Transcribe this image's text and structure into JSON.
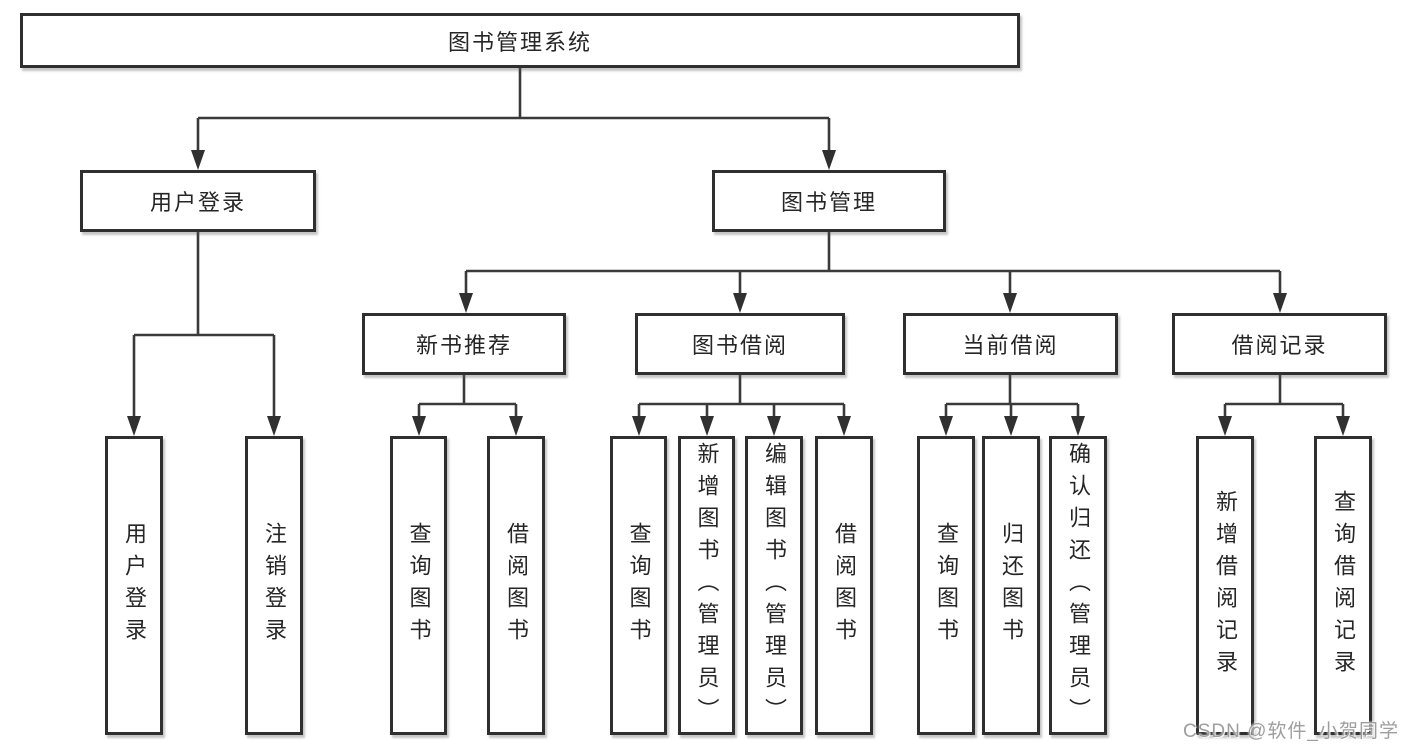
{
  "diagram": {
    "root": {
      "label": "图书管理系统"
    },
    "level2": [
      {
        "label": "用户登录"
      },
      {
        "label": "图书管理"
      }
    ],
    "level3": [
      {
        "label": "新书推荐"
      },
      {
        "label": "图书借阅"
      },
      {
        "label": "当前借阅"
      },
      {
        "label": "借阅记录"
      }
    ],
    "leaves": {
      "user_login": [
        {
          "label": "用户登录"
        },
        {
          "label": "注销登录"
        }
      ],
      "new_books": [
        {
          "label": "查询图书"
        },
        {
          "label": "借阅图书"
        }
      ],
      "book_borrow": [
        {
          "label": "查询图书"
        },
        {
          "label": "新增图书（管理员）"
        },
        {
          "label": "编辑图书（管理员）"
        },
        {
          "label": "借阅图书"
        }
      ],
      "current_borrow": [
        {
          "label": "查询图书"
        },
        {
          "label": "归还图书"
        },
        {
          "label": "确认归还（管理员）"
        }
      ],
      "borrow_records": [
        {
          "label": "新增借阅记录"
        },
        {
          "label": "查询借阅记录"
        }
      ]
    }
  },
  "watermark": {
    "text": "CSDN @软件_小贺同学"
  },
  "colors": {
    "background": "#ffffff",
    "box_border": "#2f2f2f",
    "connector_line": "#3a3a3a",
    "text": "#262626",
    "watermark_text": "#9e9e9e"
  }
}
